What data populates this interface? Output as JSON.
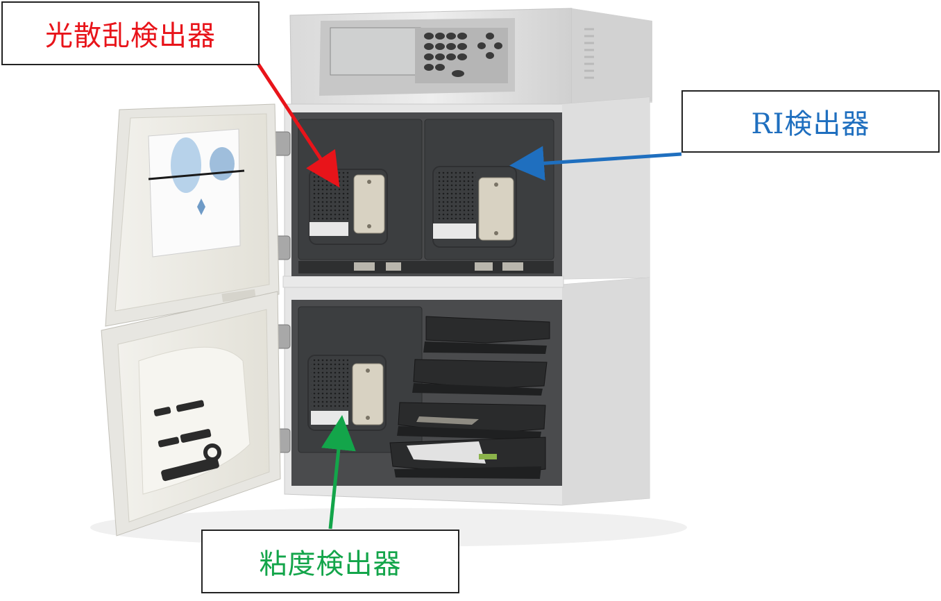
{
  "labels": {
    "light_scattering": {
      "text": "光散乱検出器",
      "color": "#e8141a"
    },
    "ri": {
      "text": "RI検出器",
      "color": "#1f6fbf"
    },
    "viscosity": {
      "text": "粘度検出器",
      "color": "#13a54a"
    }
  },
  "palette": {
    "instrument_body": "#e4e4e4",
    "module_front": "#3c3e40",
    "door_inner": "#ece9df",
    "display": "#cfd0d0"
  }
}
